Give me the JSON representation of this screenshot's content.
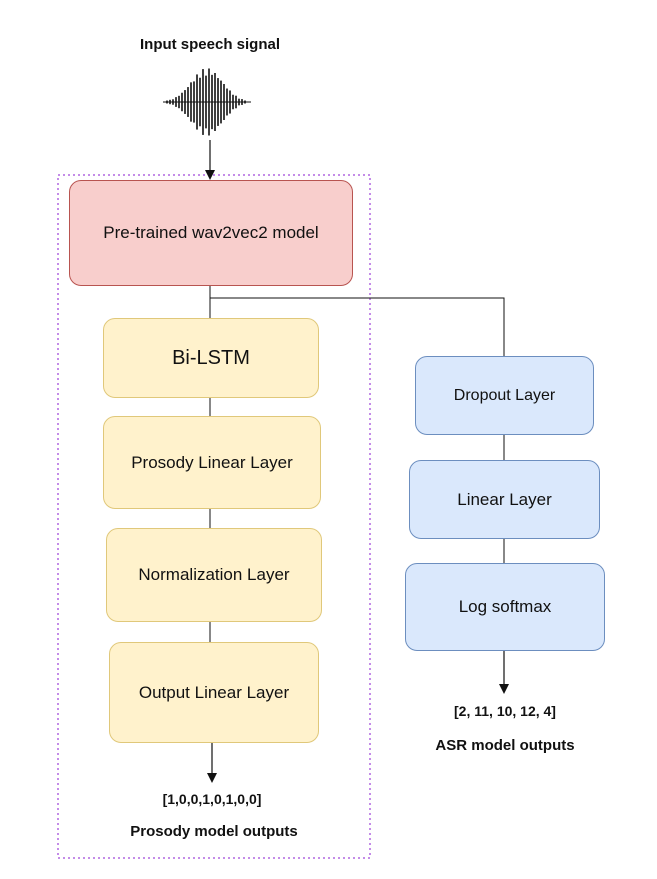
{
  "input": {
    "label": "Input speech signal"
  },
  "nodes": {
    "wav2vec2": "Pre-trained wav2vec2 model",
    "bilstm": "Bi-LSTM",
    "prosody_linear": "Prosody Linear Layer",
    "normalization": "Normalization Layer",
    "output_linear": "Output Linear Layer",
    "dropout": "Dropout Layer",
    "linear": "Linear Layer",
    "log_softmax": "Log softmax"
  },
  "outputs": {
    "prosody_values": "[1,0,0,1,0,1,0,0]",
    "prosody_label": "Prosody model outputs",
    "asr_values": "[2, 11, 10, 12, 4]",
    "asr_label": "ASR model outputs"
  },
  "colors": {
    "pretrained_fill": "#f8cecc",
    "prosody_fill": "#fff2cc",
    "asr_fill": "#dae8fc",
    "group_border": "#b066e0"
  },
  "icons": {
    "waveform": "waveform-icon"
  }
}
